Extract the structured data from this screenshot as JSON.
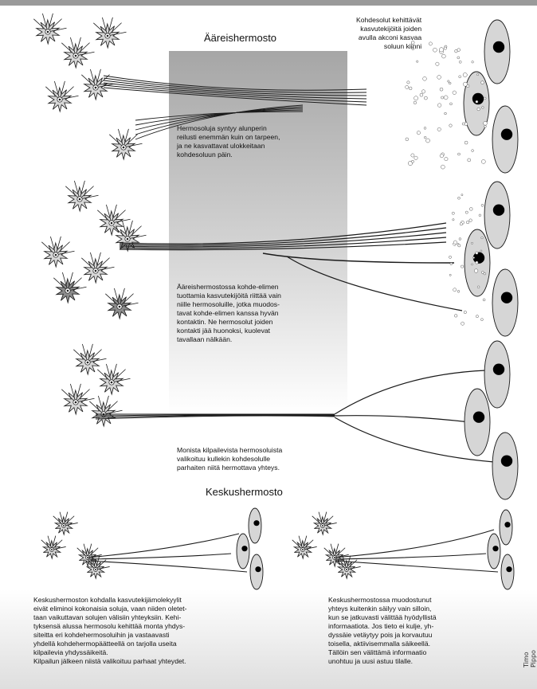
{
  "headings": {
    "peripheral": "Ääreishermosto",
    "central": "Keskushermosto"
  },
  "texts": {
    "target_cells": "Kohdesolut kehittävät\nkasvutekijöitä joiden\navulla akconi kasvaa\nsoluun kiinni",
    "stage1": "Hermosoluja syntyy alunperin\nreilusti enemmän kuin on tarpeen,\nja ne kasvattavat ulokkeitaan\nkohdesoluun päin.",
    "stage2": "Ääreishermostossa kohde-elimen\ntuottamia kasvutekijöitä riittää vain\nniille hermosoluille, jotka muodos-\ntavat kohde-elimen kanssa hyvän\nkontaktin. Ne hermosolut joiden\nkontakti jää huonoksi, kuolevat\ntavallaan nälkään.",
    "stage3": "Monista kilpailevista hermosoluista\nvalikoituu kullekin kohdesolulle\nparhaiten niitä hermottava yhteys.",
    "central_left": "Keskushermoston kohdalla kasvutekijämolekyylit\neivät eliminoi kokonaisia soluja, vaan niiden oletet-\ntaan vaikuttavan solujen välisiin yhteyksiin. Kehi-\ntyksensä alussa hermosolu kehittää monta yhdys-\nsiteitta eri kohdehermosoluihin ja vastaavasti\nyhdellä kohdehermopäätteellä on tarjolla useita\nkilpailevia yhdyssäikeitä.\nKilpailun jälkeen niistä valikoituu parhaat yhteydet.",
    "central_right": "Keskushermostossa  muodostunut\nyhteys kuitenkin säilyy vain silloin,\nkun se jatkuvasti välittää hyödyllistä\ninformaatiota. Jos tieto ei kulje, yh-\ndyssäie vetäytyy pois ja korvautuu\ntoisella, aktiivisemmalla säikeellä.\nTällöin sen välittämä informaatio\nunohtuu ja uusi astuu tilalle."
  },
  "signature": "Timo Pippo",
  "colors": {
    "panel_top": "#a8a8a8",
    "cell_fill": "#d6d6d6",
    "dark_cell": "#8c8c8c",
    "stroke": "#1a1a1a"
  }
}
